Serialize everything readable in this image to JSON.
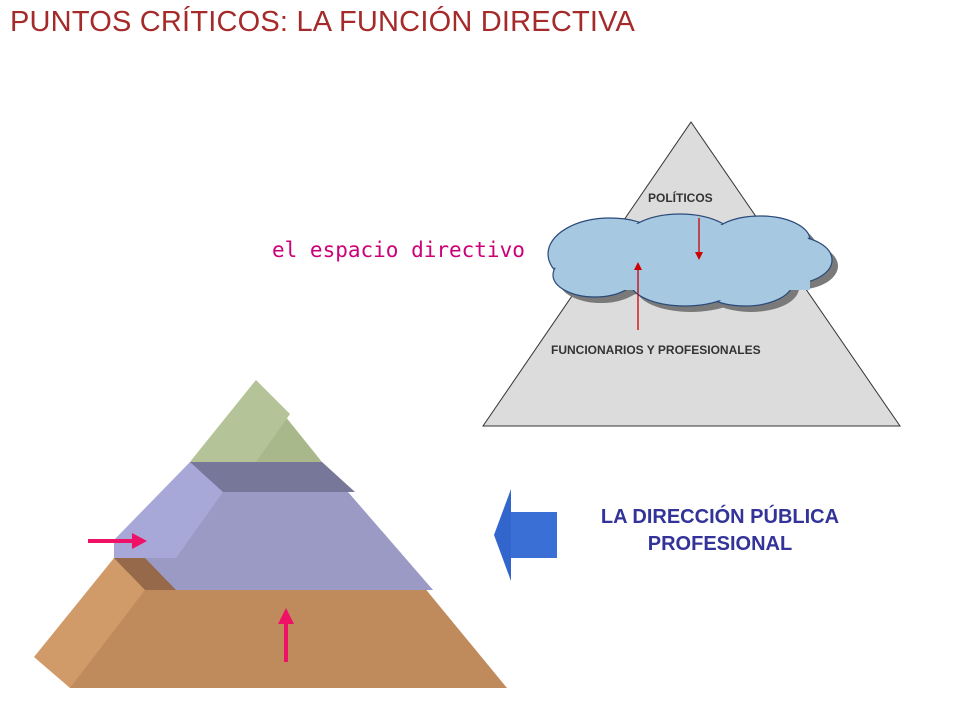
{
  "slide": {
    "title": "PUNTOS CRÍTICOS: LA FUNCIÓN DIRECTIVA"
  },
  "upper_diagram": {
    "top_label": "POLÍTICOS",
    "bottom_label": "FUNCIONARIOS Y PROFESIONALES",
    "side_label": "el espacio directivo"
  },
  "lower_diagram": {
    "caption_line1": "LA DIRECCIÓN PÚBLICA",
    "caption_line2": "PROFESIONAL"
  },
  "colors": {
    "title": "#a52a2a",
    "side_label": "#cc0077",
    "caption": "#333399",
    "cloud": "#a6c8e0",
    "triangle": "#dcdcdc",
    "pyramid_top": "#a8b88a",
    "pyramid_middle": "#a0a0cc",
    "pyramid_bottom": "#c8935e",
    "block_arrow": "#3366cc",
    "pink_arrows": "#ee1166"
  }
}
